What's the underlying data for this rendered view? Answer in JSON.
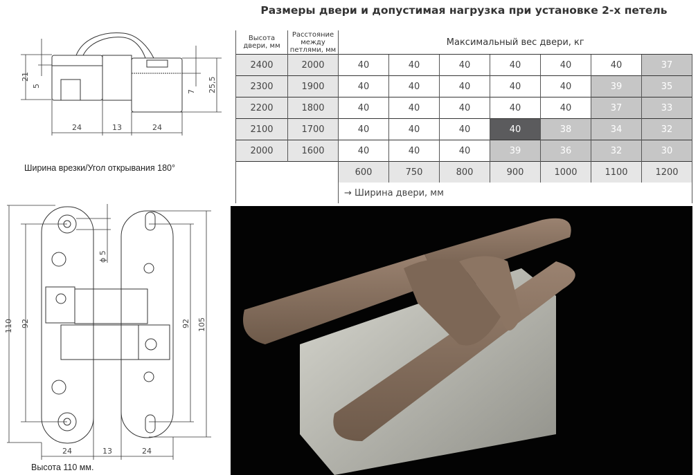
{
  "title": "Размеры двери и допустимая нагрузка при установке 2-х петель",
  "table": {
    "col_height": "Высота двери, мм",
    "col_distance": "Расстояние между петлями, мм",
    "col_weight": "Максимальный вес двери, кг",
    "rows": [
      {
        "height": "2400",
        "distance": "2000",
        "values": [
          "40",
          "40",
          "40",
          "40",
          "40",
          "40",
          "37"
        ],
        "shade": [
          "w",
          "w",
          "w",
          "w",
          "w",
          "w",
          "g"
        ]
      },
      {
        "height": "2300",
        "distance": "1900",
        "values": [
          "40",
          "40",
          "40",
          "40",
          "40",
          "39",
          "35"
        ],
        "shade": [
          "w",
          "w",
          "w",
          "w",
          "w",
          "g",
          "g"
        ]
      },
      {
        "height": "2200",
        "distance": "1800",
        "values": [
          "40",
          "40",
          "40",
          "40",
          "40",
          "37",
          "33"
        ],
        "shade": [
          "w",
          "w",
          "w",
          "w",
          "w",
          "g",
          "g"
        ]
      },
      {
        "height": "2100",
        "distance": "1700",
        "values": [
          "40",
          "40",
          "40",
          "40",
          "38",
          "34",
          "32"
        ],
        "shade": [
          "w",
          "w",
          "w",
          "d",
          "g",
          "g",
          "g"
        ]
      },
      {
        "height": "2000",
        "distance": "1600",
        "values": [
          "40",
          "40",
          "40",
          "39",
          "36",
          "32",
          "30"
        ],
        "shade": [
          "w",
          "w",
          "w",
          "g",
          "g",
          "g",
          "g"
        ]
      }
    ],
    "widths": [
      "600",
      "750",
      "800",
      "900",
      "1000",
      "1100",
      "1200"
    ],
    "width_label": "→ Ширина двери, мм"
  },
  "top_drawing": {
    "caption": "Ширина врезки/Угол открывания 180°",
    "dims": {
      "h21": "21",
      "h5": "5",
      "h7": "7",
      "h255": "25,5",
      "w1": "24",
      "w2": "13",
      "w3": "24"
    }
  },
  "bottom_drawing": {
    "caption": "Высота 110 мм.",
    "dims": {
      "h110": "110",
      "h92l": "92",
      "h92r": "92",
      "h105": "105",
      "phi": "ϕ 5",
      "w1": "24",
      "w2": "13",
      "w3": "24"
    }
  },
  "colors": {
    "gray_cell": "#c6c6c6",
    "dark_cell": "#5b5b5d",
    "header_cell": "#e6e6e6",
    "hinge_bronze": "#8a7360"
  }
}
